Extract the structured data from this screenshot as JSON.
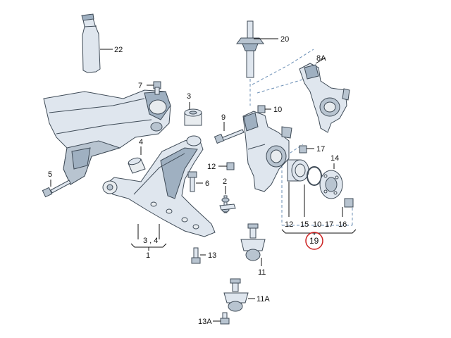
{
  "diagram": {
    "callouts": {
      "c1": "1",
      "c2": "2",
      "c3": "3",
      "c34": "3 , 4",
      "c4": "4",
      "c5": "5",
      "c6": "6",
      "c7": "7",
      "c8a": "8A",
      "c9": "9",
      "c10a": "10",
      "c10b": "10",
      "c11": "11",
      "c11a": "11A",
      "c12a": "12",
      "c12b": "12",
      "c13": "13",
      "c13a": "13A",
      "c14": "14",
      "c15": "15",
      "c16": "16",
      "c17a": "17",
      "c17b": "17",
      "c19": "19",
      "c20": "20",
      "c22": "22"
    },
    "highlight_color": "#cc2222"
  }
}
